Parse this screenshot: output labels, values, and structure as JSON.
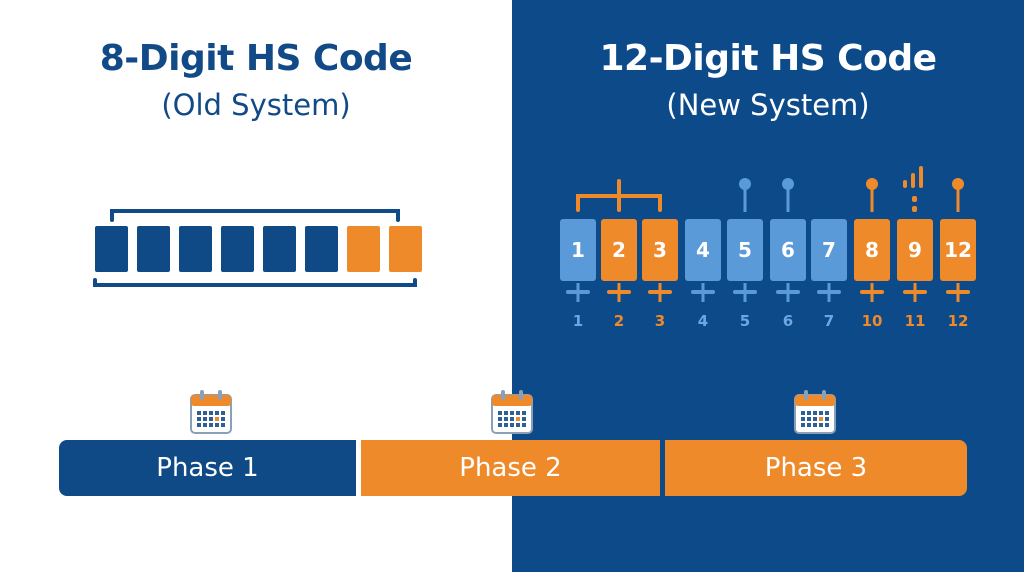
{
  "old_system": {
    "title": "8-Digit HS Code",
    "subtitle": "(Old System)",
    "digits": 8
  },
  "new_system": {
    "title": "12-Digit HS Code",
    "subtitle": "(New System)",
    "boxes": [
      {
        "text": "1",
        "label": "1",
        "color": "blue"
      },
      {
        "text": "2",
        "label": "2",
        "color": "orange"
      },
      {
        "text": "3",
        "label": "3",
        "color": "orange"
      },
      {
        "text": "4",
        "label": "4",
        "color": "blue"
      },
      {
        "text": "5",
        "label": "5",
        "color": "blue"
      },
      {
        "text": "6",
        "label": "6",
        "color": "blue"
      },
      {
        "text": "7",
        "label": "7",
        "color": "blue"
      },
      {
        "text": "8",
        "label": "10",
        "color": "orange"
      },
      {
        "text": "9",
        "label": "11",
        "color": "orange"
      },
      {
        "text": "12",
        "label": "12",
        "color": "orange"
      }
    ]
  },
  "timeline": {
    "phases": [
      {
        "label": "Phase 1",
        "color": "#0f4a86"
      },
      {
        "label": "Phase 2",
        "color": "#ef8a2b"
      },
      {
        "label": "Phase 3",
        "color": "#ef8a2b"
      }
    ]
  },
  "colors": {
    "navy": "#0f4a86",
    "panel_blue": "#0d4a8a",
    "orange": "#ef8a2b",
    "light_blue": "#5a9ad8",
    "label_blue": "#6fa6e0"
  },
  "icons": [
    "calendar-icon"
  ]
}
